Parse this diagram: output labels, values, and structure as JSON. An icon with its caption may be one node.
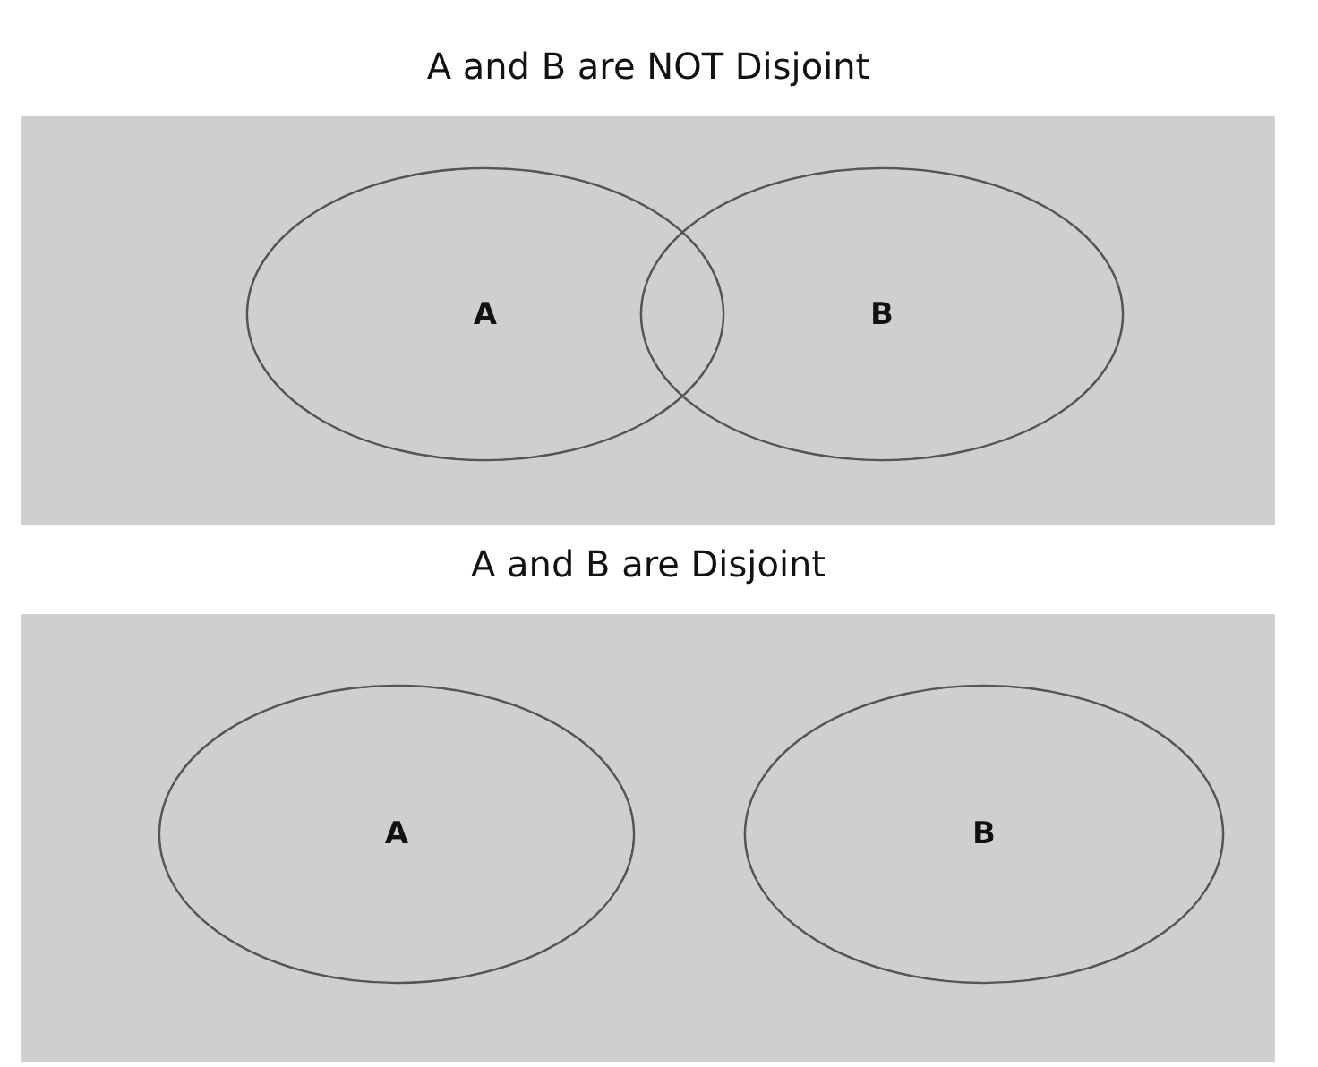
{
  "diagram": {
    "nodes": [
      {
        "text": [
          "A and B are NOT Disjoint"
        ]
      },
      {
        "text": [
          "A"
        ],
        "in": 0
      },
      {
        "text": [
          "B"
        ],
        "in": 0
      },
      {
        "text": [
          "A and B are Disjoint"
        ]
      },
      {
        "text": [
          "A"
        ],
        "in": 3
      },
      {
        "text": [
          "B"
        ],
        "in": 3
      }
    ],
    "edges": []
  }
}
